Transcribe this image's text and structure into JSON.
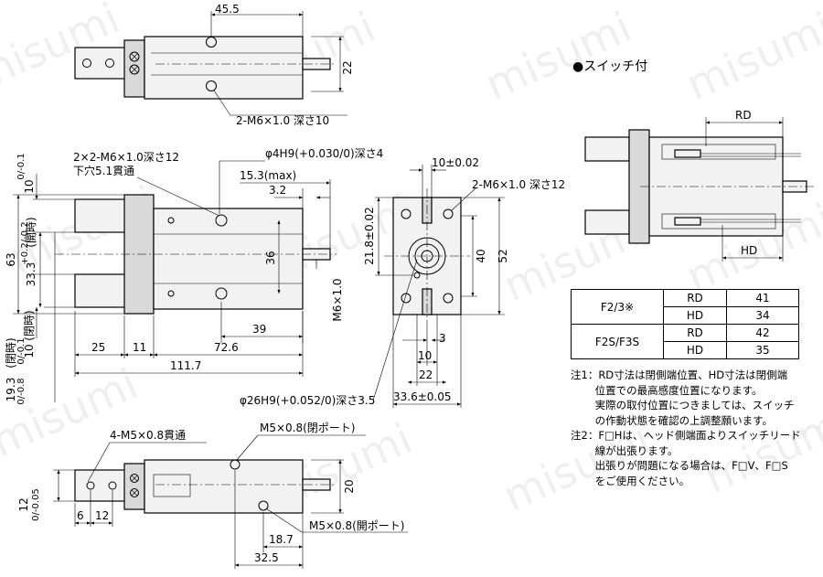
{
  "watermark": "misumi",
  "top_view": {
    "dim_width": "45.5",
    "dim_height": "22",
    "label_holes": "2-M6×1.0 深さ10"
  },
  "front_view": {
    "label_holes": "2×2-M6×1.0深さ12",
    "label_holes_sub": "下穴5.1貫通",
    "label_pin": "φ4H9(+0.030/0)深さ4",
    "dim_max": "15.3(max)",
    "dim_32": "3.2",
    "dim_36": "36",
    "dim_39": "39",
    "dim_25": "25",
    "dim_11": "11",
    "dim_726": "72.6",
    "dim_1117": "111.7",
    "dim_63": "63",
    "dim_10_top": "10",
    "dim_10_top_tol": "0/-0.1",
    "dim_333": "33.3",
    "dim_333_tol": "+0.2/-0.2",
    "dim_333_note": "(開時)",
    "dim_10_bot": "10",
    "dim_10_bot_tol": "0/-0.1",
    "dim_10_bot_note": "(閉時)",
    "dim_193": "19.3",
    "dim_193_tol": "0/-0.8",
    "dim_193_note": "(閉時)",
    "dim_m6": "M6×1.0"
  },
  "side_view": {
    "dim_10": "10±0.02",
    "label_holes": "2-M6×1.0 深さ12",
    "dim_218": "21.8±0.02",
    "dim_40": "40",
    "dim_52": "52",
    "dim_3": "3",
    "dim_10b": "10",
    "dim_22": "22",
    "dim_336": "33.6±0.05",
    "label_bore": "φ26H9(+0.052/0)深さ3.5"
  },
  "bottom_view": {
    "label_through": "4-M5×0.8貫通",
    "label_port_close": "M5×0.8(閉ポート)",
    "label_port_open": "M5×0.8(開ポート)",
    "dim_20": "20",
    "dim_12": "12",
    "dim_12_tol": "0/-0.05",
    "dim_6": "6",
    "dim_12b": "12",
    "dim_187": "18.7",
    "dim_325": "32.5"
  },
  "switch": {
    "title": "●スイッチ付",
    "dim_rd": "RD",
    "dim_hd": "HD",
    "table": [
      {
        "model": "F2/3※",
        "rows": [
          {
            "k": "RD",
            "v": "41"
          },
          {
            "k": "HD",
            "v": "34"
          }
        ]
      },
      {
        "model": "F2S/F3S",
        "rows": [
          {
            "k": "RD",
            "v": "42"
          },
          {
            "k": "HD",
            "v": "35"
          }
        ]
      }
    ],
    "notes": [
      "注1：RD寸法は閉側端位置、HD寸法は閉側端",
      "　　  位置での最高感度位置になります。",
      "　　  実際の取付位置につきましては、スイッチ",
      "　　  の作動状態を確認の上調整願います。",
      "注2：F□Hは、ヘッド側端面よりスイッチリード",
      "　　  線が出張ります。",
      "　　  出張りが問題になる場合は、F□V、F□S",
      "　　  をご使用ください。"
    ]
  }
}
